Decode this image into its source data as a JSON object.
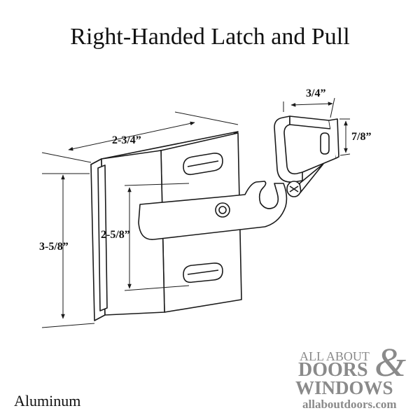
{
  "title": "Right-Handed Latch and Pull",
  "material": "Aluminum",
  "dimensions": {
    "width_latch": "2-3/4”",
    "height_latch": "3-5/8”",
    "slot_spacing": "2-5/8”",
    "pull_width": "3/4”",
    "pull_height": "7/8”"
  },
  "logo": {
    "line1": "ALL ABOUT",
    "line2": "DOORS",
    "line3": "WINDOWS",
    "ampersand": "&",
    "url": "allaboutdoors.com",
    "color": "#8a8a8a"
  },
  "colors": {
    "line": "#1a1a1a",
    "part": "#ffffff"
  }
}
